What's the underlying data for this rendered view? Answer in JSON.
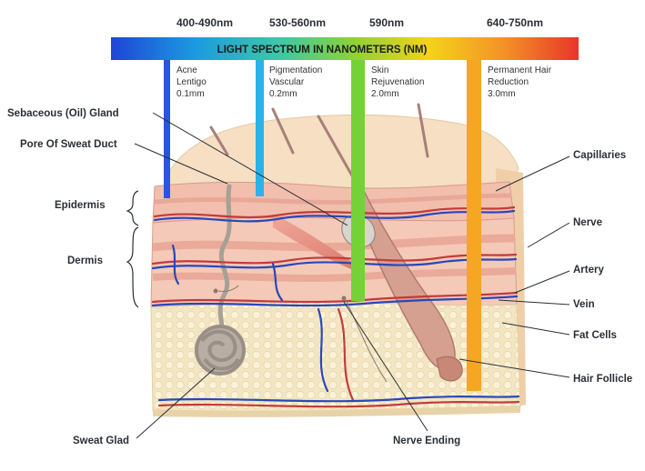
{
  "spectrum": {
    "title": "LIGHT SPECTRUM IN NANOMETERS (NM)",
    "colors": [
      "#1f45d8",
      "#1b9be0",
      "#3cc8a8",
      "#8fd234",
      "#f4d21a",
      "#f49226",
      "#e8352a"
    ]
  },
  "bands": [
    {
      "wavelength": "400-490nm",
      "lines": [
        "Acne",
        "Lentigo",
        "0.1mm"
      ],
      "color": "#2a55e0"
    },
    {
      "wavelength": "530-560nm",
      "lines": [
        "Pigmentation",
        "Vascular",
        "0.2mm"
      ],
      "color": "#29b3e8"
    },
    {
      "wavelength": "590nm",
      "lines": [
        "Skin",
        "Rejuvenation",
        "2.0mm"
      ],
      "color": "#74d236"
    },
    {
      "wavelength": "640-750nm",
      "lines": [
        "Permanent Hair",
        "Reduction",
        "3.0mm"
      ],
      "color": "#f5a623"
    }
  ],
  "left_labels": {
    "sebaceous": "Sebaceous (Oil) Gland",
    "pore": "Pore Of Sweat Duct",
    "epidermis": "Epidermis",
    "dermis": "Dermis",
    "sweat_gland": "Sweat Glad"
  },
  "right_labels": {
    "capillaries": "Capillaries",
    "nerve": "Nerve",
    "artery": "Artery",
    "vein": "Vein",
    "fat_cells": "Fat Cells",
    "hair_follicle": "Hair Follicle"
  },
  "bottom_labels": {
    "nerve_ending": "Nerve Ending"
  }
}
